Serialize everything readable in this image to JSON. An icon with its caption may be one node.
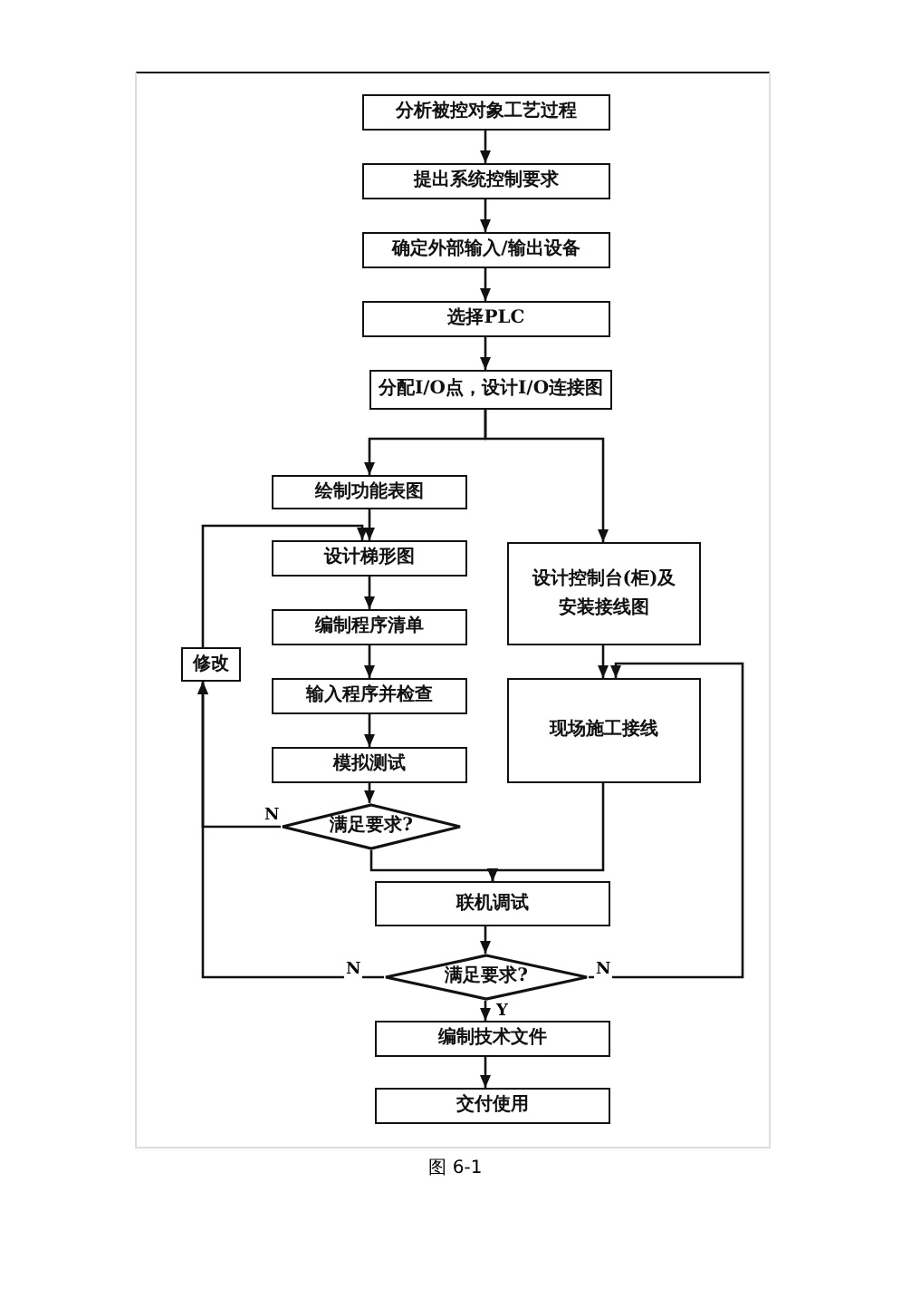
{
  "diagram": {
    "caption": "图 6-1",
    "nodes": [
      {
        "text": [
          "分析被控对象工艺过程"
        ]
      },
      {
        "text": [
          "提出系统控制要求"
        ]
      },
      {
        "text": [
          "确定外部输入/输出设备"
        ]
      },
      {
        "text": [
          "选择PLC"
        ]
      },
      {
        "text": [
          "分配I/O点，设计I/O连接图"
        ]
      },
      {
        "text": [
          "绘制功能表图"
        ]
      },
      {
        "text": [
          "设计梯形图"
        ]
      },
      {
        "text": [
          "编制程序清单"
        ]
      },
      {
        "text": [
          "输入程序并检查"
        ]
      },
      {
        "text": [
          "模拟测试"
        ]
      },
      {
        "text": [
          "满足要求?"
        ]
      },
      {
        "text": [
          "设计控制台(柜)及安装接线图"
        ]
      },
      {
        "text": [
          "现场施工接线"
        ]
      },
      {
        "text": [
          "修改"
        ]
      },
      {
        "text": [
          "联机调试"
        ]
      },
      {
        "text": [
          "满足要求?"
        ]
      },
      {
        "text": [
          "编制技术文件"
        ]
      },
      {
        "text": [
          "交付使用"
        ]
      }
    ],
    "edges": [
      {
        "from": 0,
        "to": 1,
        "arrow": "to"
      },
      {
        "from": 1,
        "to": 2,
        "arrow": "to"
      },
      {
        "from": 2,
        "to": 3,
        "arrow": "to"
      },
      {
        "from": 3,
        "to": 4,
        "arrow": "to"
      },
      {
        "from": 4,
        "to": 5,
        "arrow": "to"
      },
      {
        "from": 4,
        "to": 11,
        "arrow": "to"
      },
      {
        "from": 5,
        "to": 6,
        "arrow": "to"
      },
      {
        "from": 6,
        "to": 7,
        "arrow": "to"
      },
      {
        "from": 7,
        "to": 8,
        "arrow": "to"
      },
      {
        "from": 8,
        "to": 9,
        "arrow": "to"
      },
      {
        "from": 9,
        "to": 10,
        "arrow": "to"
      },
      {
        "from": 10,
        "to": 13,
        "arrow": "to",
        "label": "N"
      },
      {
        "from": 13,
        "to": 6,
        "arrow": "to"
      },
      {
        "from": 10,
        "to": 14,
        "arrow": "to"
      },
      {
        "from": 11,
        "to": 12,
        "arrow": "to"
      },
      {
        "from": 12,
        "to": 14,
        "arrow": "to"
      },
      {
        "from": 14,
        "to": 15,
        "arrow": "to"
      },
      {
        "from": 15,
        "to": 13,
        "arrow": "to",
        "label": "N"
      },
      {
        "from": 15,
        "to": 12,
        "arrow": "to",
        "label": "N"
      },
      {
        "from": 15,
        "to": 16,
        "arrow": "to",
        "label": "Y"
      },
      {
        "from": 16,
        "to": 17,
        "arrow": "to"
      }
    ]
  }
}
